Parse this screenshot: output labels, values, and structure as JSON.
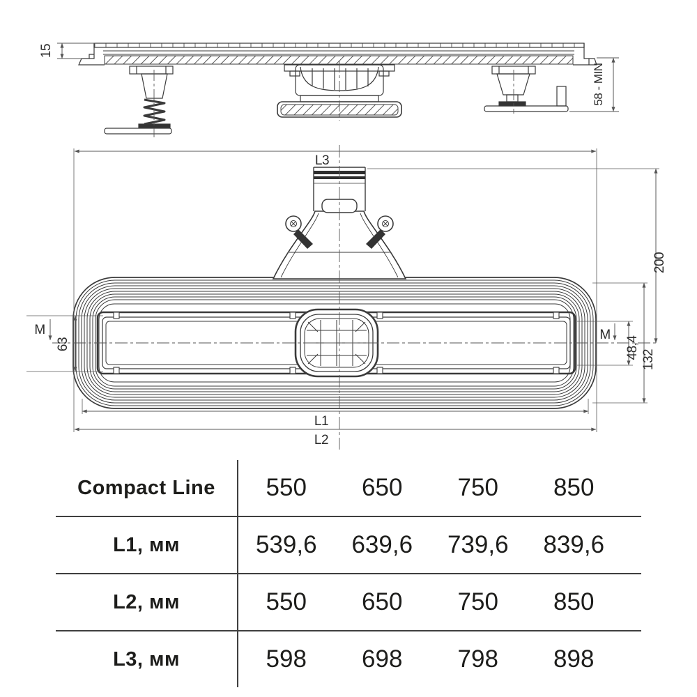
{
  "drawing": {
    "section": {
      "thickness": "15",
      "min_height": "58 - MIN"
    },
    "plan": {
      "l3": "L3",
      "depth": "200",
      "m_left": "M",
      "m_right": "M",
      "width_inner": "63",
      "width_slot": "48,4",
      "width_body": "132",
      "l1": "L1",
      "l2": "L2"
    }
  },
  "table": {
    "header": {
      "label": "Compact Line",
      "values": [
        "550",
        "650",
        "750",
        "850"
      ]
    },
    "rows": [
      {
        "label": "L1, мм",
        "values": [
          "539,6",
          "639,6",
          "739,6",
          "839,6"
        ]
      },
      {
        "label": "L2, мм",
        "values": [
          "550",
          "650",
          "750",
          "850"
        ]
      },
      {
        "label": "L3, мм",
        "values": [
          "598",
          "698",
          "798",
          "898"
        ]
      }
    ]
  },
  "colors": {
    "line": "#3a3a3a",
    "dim_line": "#5a5a5a",
    "text": "#1d1d1b",
    "table_rule": "#3f3f3f",
    "background": "#ffffff"
  }
}
